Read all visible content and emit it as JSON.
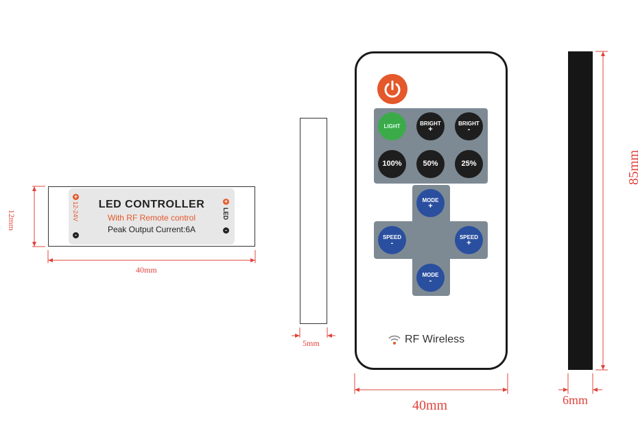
{
  "controller": {
    "title": "LED CONTROLLER",
    "subtitle": "With RF Remote control",
    "peak": "Peak Output Current:6A",
    "left_label": "12-24V",
    "right_label": "LED",
    "plus": "+",
    "minus": "-",
    "width_label": "40mm",
    "height_label": "12mm"
  },
  "side_profile": {
    "width_label": "5mm"
  },
  "remote": {
    "buttons": [
      {
        "line1": "LIGHT",
        "line2": ""
      },
      {
        "line1": "BRIGHT",
        "line2": "+"
      },
      {
        "line1": "BRIGHT",
        "line2": "-"
      },
      {
        "line1": "100%",
        "line2": ""
      },
      {
        "line1": "50%",
        "line2": ""
      },
      {
        "line1": "25%",
        "line2": ""
      }
    ],
    "mode_plus": {
      "line1": "MODE",
      "line2": "+"
    },
    "mode_minus": {
      "line1": "MODE",
      "line2": "-"
    },
    "speed_minus": {
      "line1": "SPEED",
      "line2": "-"
    },
    "speed_plus": {
      "line1": "SPEED",
      "line2": "+"
    },
    "rf_label": "RF Wireless",
    "width_label": "40mm"
  },
  "thickness_profile": {
    "height_label": "85mm",
    "width_label": "6mm"
  },
  "colors": {
    "dimension": "#e0443c",
    "power": "#e4582a",
    "light": "#3bab4a",
    "blue_button": "#2a4f9f",
    "panel": "#7d8a94"
  }
}
